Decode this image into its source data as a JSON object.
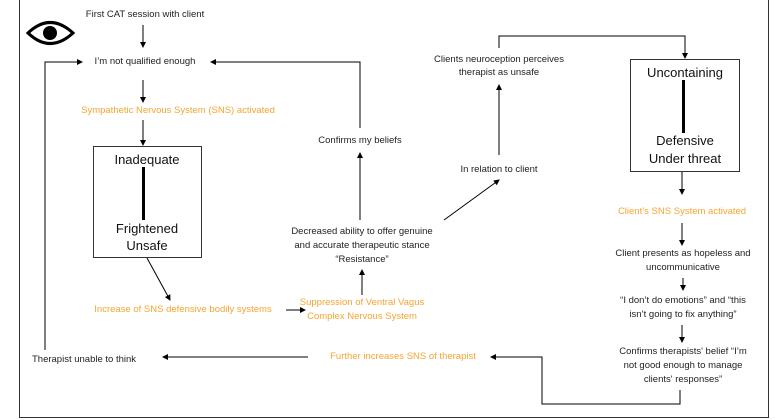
{
  "nodes": {
    "start": "First CAT session with client",
    "not_qualified": "I’m not qualified enough",
    "sns_activated": "Sympathetic Nervous System (SNS) activated",
    "box_left": {
      "top": "Inadequate",
      "bottom_1": "Frightened",
      "bottom_2": "Unsafe"
    },
    "increase_sns": "Increase of SNS defensive bodily systems",
    "suppression_1": "Suppression of Ventral Vagus",
    "suppression_2": "Complex Nervous System",
    "decreased_1": "Decreased ability to offer genuine",
    "decreased_2": "and accurate therapeutic stance",
    "decreased_3": "“Resistance”",
    "confirms_beliefs": "Confirms my beliefs",
    "in_relation": "In relation to client",
    "neuroception_1": "Clients neuroception perceives",
    "neuroception_2": "therapist as unsafe",
    "box_right": {
      "top": "Uncontaining",
      "bottom_1": "Defensive",
      "bottom_2": "Under threat"
    },
    "client_sns": "Client’s SNS System activated",
    "hopeless_1": "Client presents as hopeless and",
    "hopeless_2": "uncommunicative",
    "emotions_1": "“I don’t do emotions” and “this",
    "emotions_2": "isn’t going to fix anything”",
    "confirms_therapist_1": "Confirms therapists' belief “I’m",
    "confirms_therapist_2": "not good enough to manage",
    "confirms_therapist_3": "clients' responses”",
    "further_sns": "Further increases SNS of therapist",
    "unable_think": "Therapist unable to think"
  },
  "icon": "eye-icon",
  "colors": {
    "sns_orange": "#f5a531",
    "line": "#000000"
  }
}
